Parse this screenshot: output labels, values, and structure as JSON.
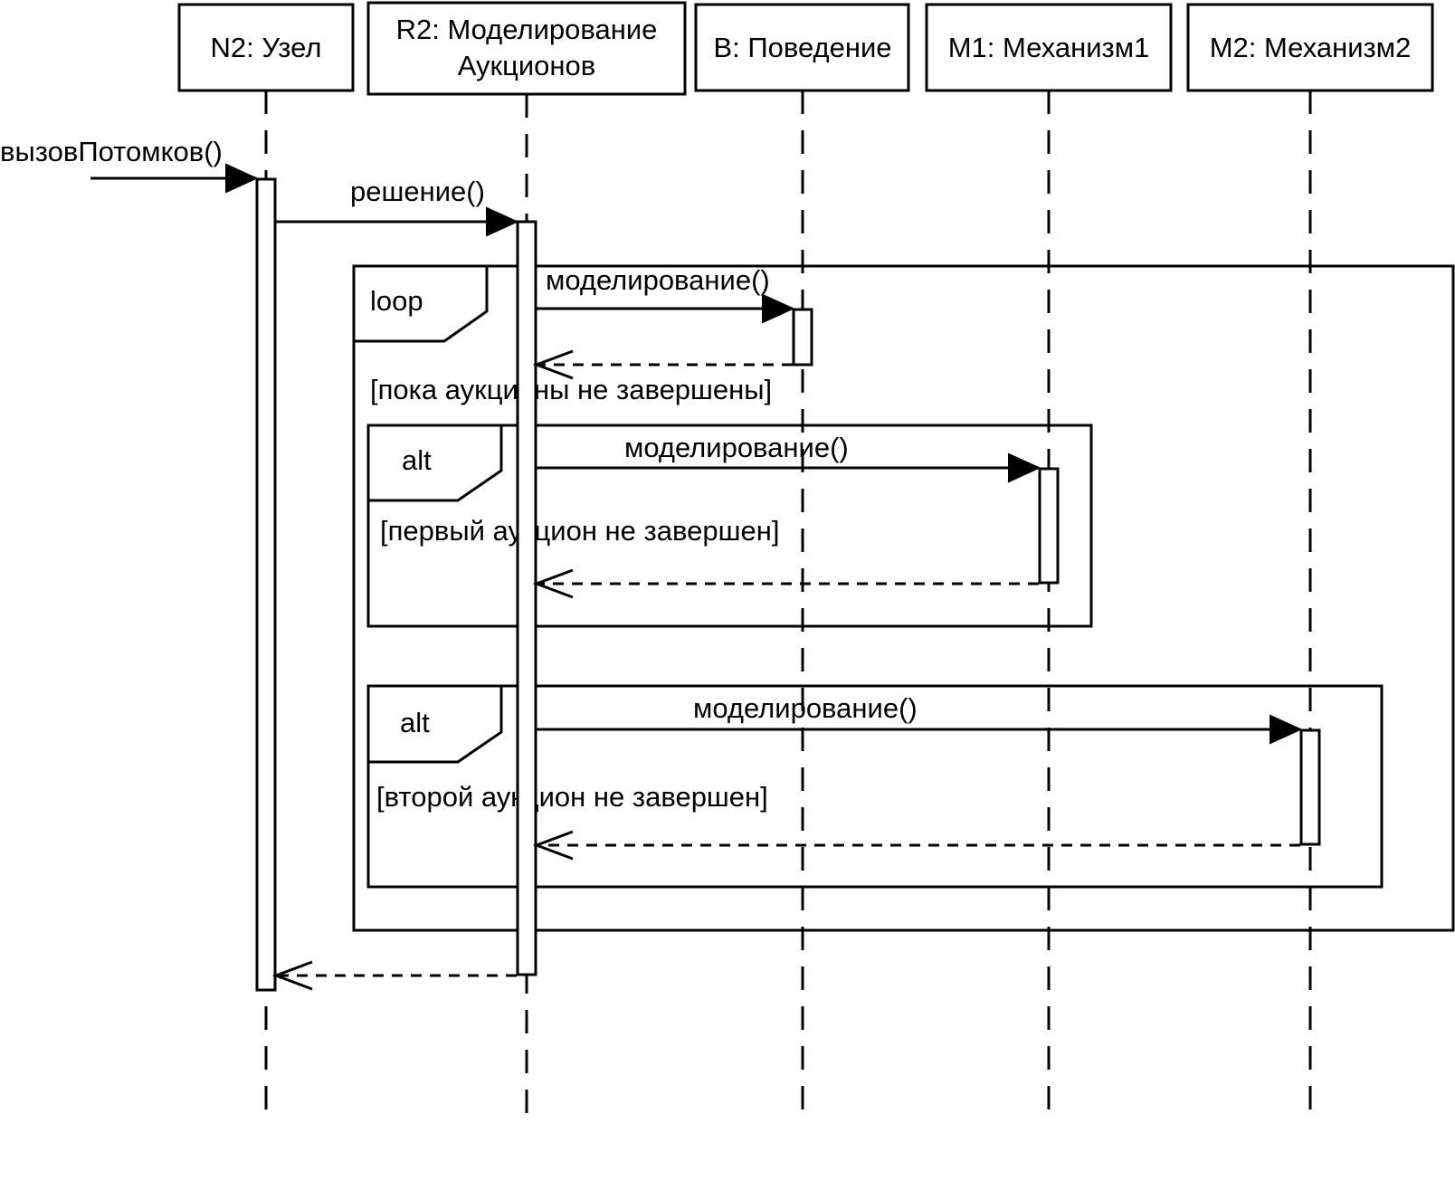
{
  "participants": [
    {
      "id": "n2",
      "lines": [
        "N2: Узел"
      ]
    },
    {
      "id": "r2",
      "lines": [
        "R2: Моделирование",
        "Аукционов"
      ]
    },
    {
      "id": "b",
      "lines": [
        "B: Поведение"
      ]
    },
    {
      "id": "m1",
      "lines": [
        "M1: Механизм1"
      ]
    },
    {
      "id": "m2",
      "lines": [
        "M2: Механизм2"
      ]
    }
  ],
  "messages": {
    "entry": "вызовПотомков()",
    "decide": "решение()",
    "model_b": "моделирование()",
    "model_m1": "моделирование()",
    "model_m2": "моделирование()"
  },
  "fragments": {
    "loop": {
      "operator": "loop",
      "guard": "[пока аукционы не завершены]"
    },
    "alt1": {
      "operator": "alt",
      "guard": "[первый аукцион не завершен]"
    },
    "alt2": {
      "operator": "alt",
      "guard": "[второй аукцион не завершен]"
    }
  }
}
